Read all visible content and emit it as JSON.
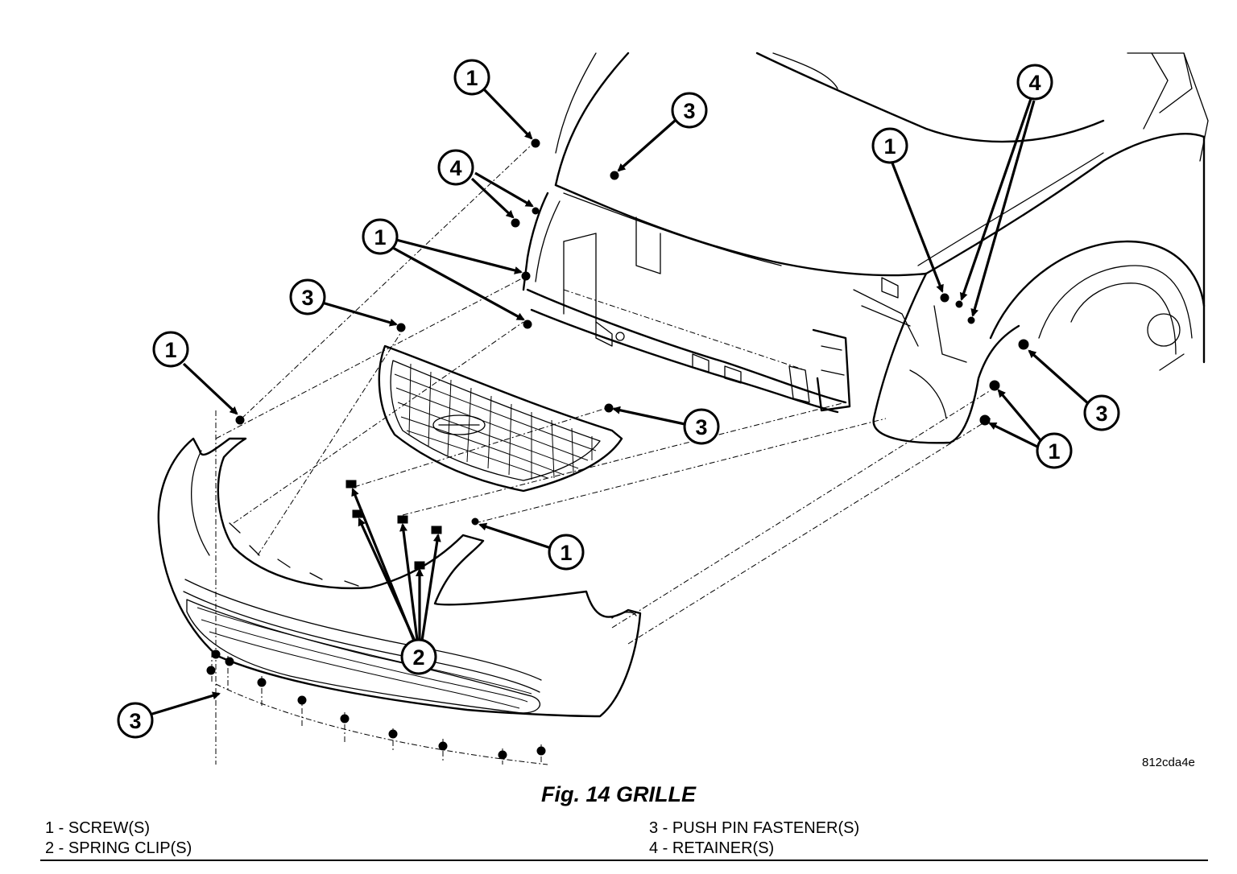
{
  "figure": {
    "code": "812cda4e",
    "title": "Fig. 14 GRILLE"
  },
  "legend": [
    {
      "num": "1",
      "text": "1 - SCREW(S)"
    },
    {
      "num": "2",
      "text": "2 - SPRING CLIP(S)"
    },
    {
      "num": "3",
      "text": "3 - PUSH PIN FASTENER(S)"
    },
    {
      "num": "4",
      "text": "4 - RETAINER(S)"
    }
  ],
  "callouts": {
    "c1a": "1",
    "c3a": "3",
    "c4a": "4",
    "c1b": "1",
    "c3b": "3",
    "c1c": "1",
    "c1d": "1",
    "c4b": "4",
    "c3c": "3",
    "c1e": "1",
    "c3d": "3",
    "c1f": "1",
    "c2": "2",
    "c3e": "3"
  }
}
